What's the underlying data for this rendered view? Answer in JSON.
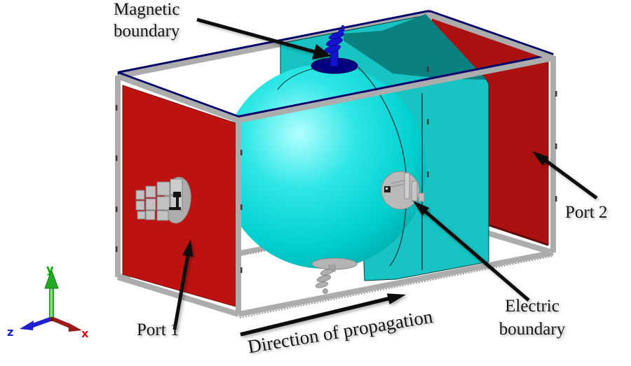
{
  "figure": {
    "annotations": {
      "magnetic_boundary": {
        "line1": "Magnetic",
        "line2": "boundary"
      },
      "electric_boundary": {
        "line1": "Electric",
        "line2": "boundary"
      },
      "port1": "Port 1",
      "port2": "Port 2",
      "direction": "Direction of propagation"
    },
    "axes_triad": {
      "x": "x",
      "y": "y",
      "z": "z"
    }
  },
  "colors": {
    "frame_gray": "#ACACAC",
    "frame_gray_dark": "#8A8A8A",
    "frame_edge_navy": "#00006B",
    "panel_red_left": "#BE1212",
    "panel_red_right": "#AA1111",
    "panel_red_edge": "#7A0C0C",
    "sphere_highlight": "#B2FFFF",
    "sphere_mid": "#2FE6E6",
    "sphere_main": "#00CFCF",
    "sphere_edge": "#00A4A4",
    "plane_cyan": "#17C3C3",
    "plane_top_teal": "#0B8080",
    "plane_edge_dark": "#043C3C",
    "disk_gray": "#B9B9B9",
    "disk_gray_edge": "#8F8F8F",
    "feed_gray": "#C4C4C4",
    "disk_navy": "#000080",
    "antenna_blue": "#1414CC",
    "arrow_black": "#0D0D0D",
    "axis_green": "#00A000",
    "axis_green_shaft": "#2EAE2E",
    "axis_blue": "#2020D0",
    "axis_red_shaft": "#9B1B1B",
    "axis_red": "#DD1111",
    "text_color": "#151515"
  }
}
